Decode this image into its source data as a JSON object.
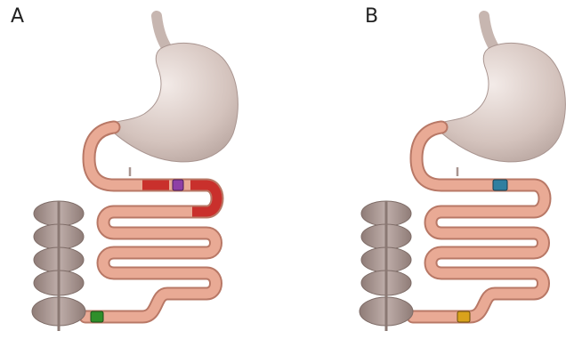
{
  "panels": [
    {
      "label": "A",
      "segments": [
        {
          "part": "duodenal-segment",
          "color": "#c9302c"
        },
        {
          "part": "band-marker",
          "color": "#8e3fa6"
        },
        {
          "part": "jejunal-bend",
          "color": "#c9302c"
        },
        {
          "part": "ileal-marker",
          "color": "#2f8f2a"
        }
      ]
    },
    {
      "label": "B",
      "segments": [
        {
          "part": "duodenal-marker",
          "color": "#2f7fa0"
        },
        {
          "part": "ileal-marker",
          "color": "#d9a21c"
        }
      ]
    }
  ],
  "colors": {
    "stomach": "#d8c9c3",
    "intestine": "#e9aa95",
    "intestine_edge": "#b87866",
    "colon": "#a89590"
  }
}
